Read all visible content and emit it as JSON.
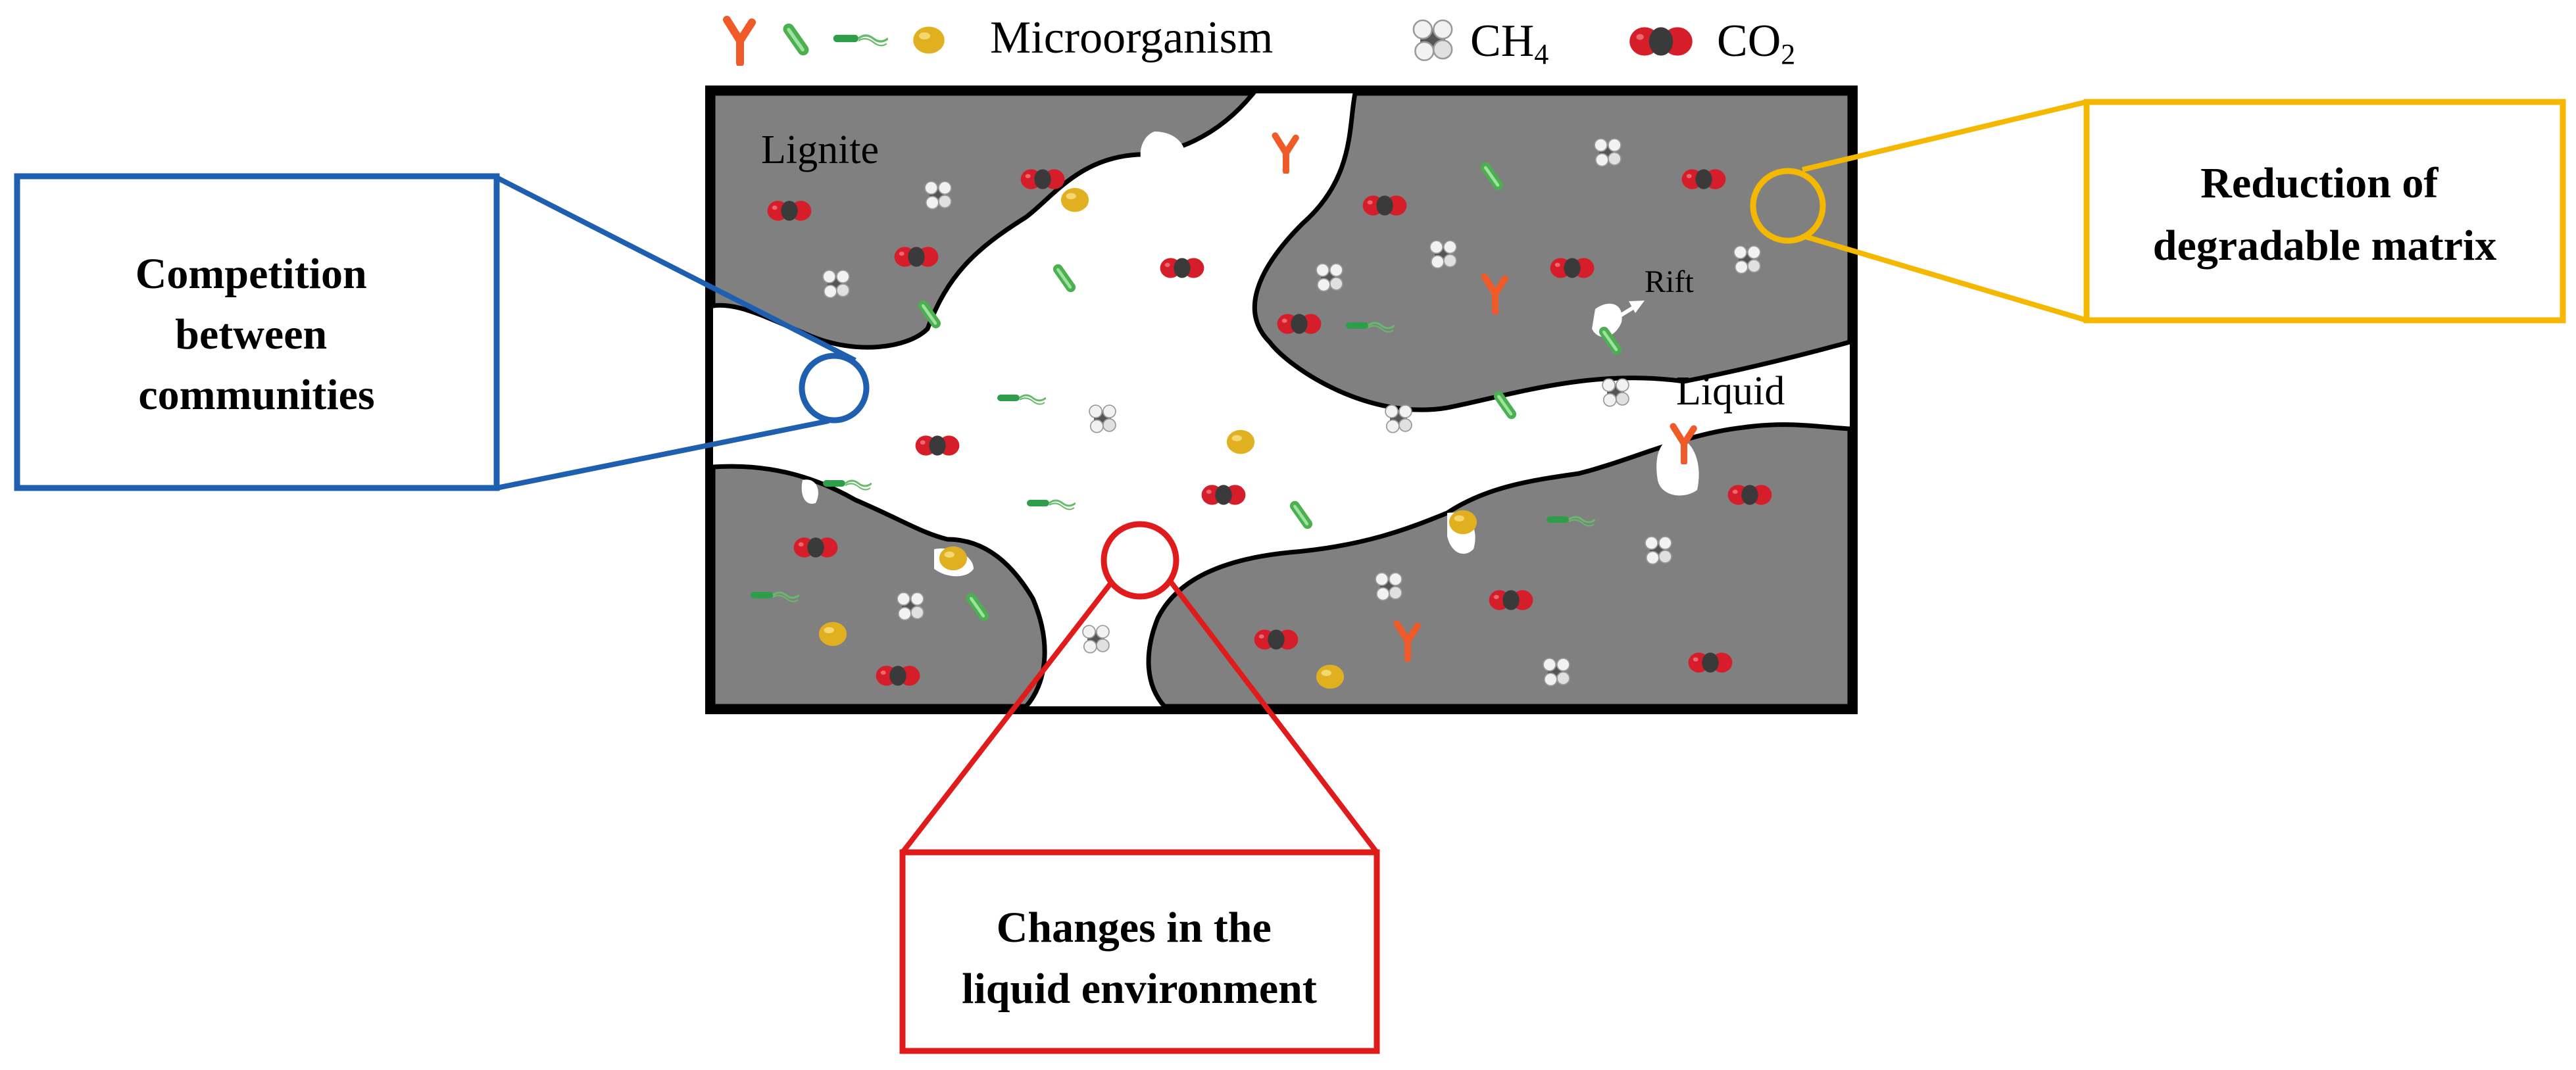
{
  "legend": {
    "microorganism": "Microorganism",
    "ch4": "CH",
    "ch4_sub": "4",
    "co2": "CO",
    "co2_sub": "2"
  },
  "labels": {
    "lignite": "Lignite",
    "liquid": "Liquid",
    "rift": "Rift"
  },
  "callouts": {
    "competition": [
      "Competition",
      "between",
      "communities"
    ],
    "reduction": [
      "Reduction of",
      "degradable matrix"
    ],
    "changes": [
      "Changes in the",
      "liquid environment"
    ]
  },
  "colors": {
    "lignite": "#808080",
    "liquid": "#ffffff",
    "blue_callout": "#1f5fb0",
    "yellow_callout": "#f5b800",
    "red_callout": "#e01b1b",
    "co2_red": "#d61e2a",
    "co2_dark": "#3a3a3a",
    "ch4_white": "#e8e8e8",
    "ch4_dark": "#555555",
    "microbe_orange": "#f05a28",
    "microbe_green": "#4caf50",
    "microbe_yellow": "#e0b020"
  },
  "icons": [
    "y-shaped-microbe-icon",
    "rod-microbe-icon",
    "flagellated-microbe-icon",
    "coccus-microbe-icon",
    "ch4-molecule-icon",
    "co2-molecule-icon"
  ]
}
